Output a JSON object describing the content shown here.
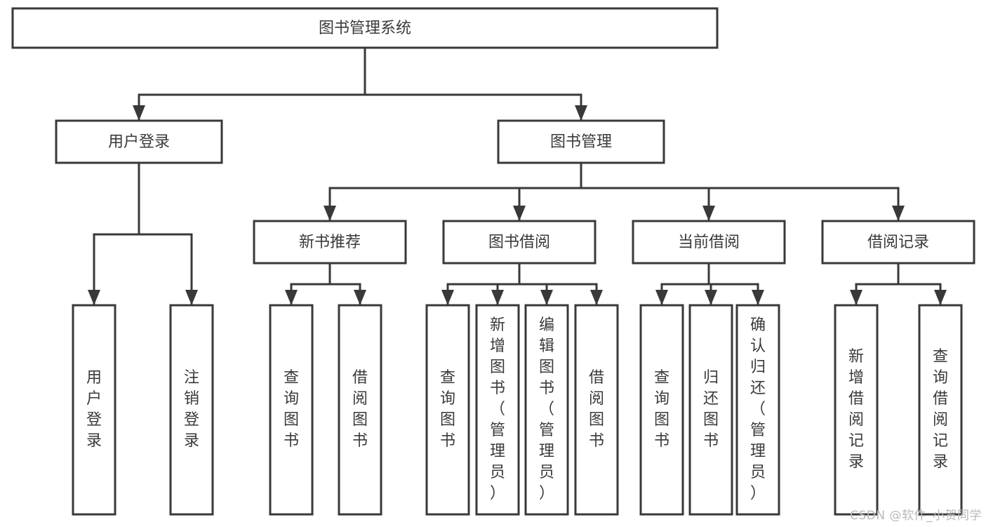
{
  "diagram": {
    "title": "图书管理系统",
    "type": "hierarchy-tree",
    "levels": 4,
    "root": {
      "id": "root",
      "label": "图书管理系统",
      "orientation": "horizontal"
    },
    "level2": [
      {
        "id": "user-login",
        "label": "用户登录",
        "orientation": "horizontal"
      },
      {
        "id": "book-manage",
        "label": "图书管理",
        "orientation": "horizontal"
      }
    ],
    "level3": [
      {
        "id": "new-book-recommend",
        "label": "新书推荐",
        "orientation": "horizontal",
        "parent": "book-manage"
      },
      {
        "id": "book-borrow",
        "label": "图书借阅",
        "orientation": "horizontal",
        "parent": "book-manage"
      },
      {
        "id": "current-borrow",
        "label": "当前借阅",
        "orientation": "horizontal",
        "parent": "book-manage"
      },
      {
        "id": "borrow-record",
        "label": "借阅记录",
        "orientation": "horizontal",
        "parent": "book-manage"
      }
    ],
    "leaves": [
      {
        "id": "leaf-user-login",
        "label": "用户登录",
        "orientation": "vertical",
        "parent": "user-login"
      },
      {
        "id": "leaf-user-logout",
        "label": "注销登录",
        "orientation": "vertical",
        "parent": "user-login"
      },
      {
        "id": "leaf-query-book-1",
        "label": "查询图书",
        "orientation": "vertical",
        "parent": "new-book-recommend"
      },
      {
        "id": "leaf-borrow-book-1",
        "label": "借阅图书",
        "orientation": "vertical",
        "parent": "new-book-recommend"
      },
      {
        "id": "leaf-query-book-2",
        "label": "查询图书",
        "orientation": "vertical",
        "parent": "book-borrow"
      },
      {
        "id": "leaf-add-book",
        "label": "新增图书（管理员）",
        "orientation": "vertical",
        "parent": "book-borrow"
      },
      {
        "id": "leaf-edit-book",
        "label": "编辑图书（管理员）",
        "orientation": "vertical",
        "parent": "book-borrow"
      },
      {
        "id": "leaf-borrow-book-2",
        "label": "借阅图书",
        "orientation": "vertical",
        "parent": "book-borrow"
      },
      {
        "id": "leaf-query-book-3",
        "label": "查询图书",
        "orientation": "vertical",
        "parent": "current-borrow"
      },
      {
        "id": "leaf-return-book",
        "label": "归还图书",
        "orientation": "vertical",
        "parent": "current-borrow"
      },
      {
        "id": "leaf-confirm-return",
        "label": "确认归还（管理员）",
        "orientation": "vertical",
        "parent": "current-borrow"
      },
      {
        "id": "leaf-add-record",
        "label": "新增借阅记录",
        "orientation": "vertical",
        "parent": "borrow-record"
      },
      {
        "id": "leaf-query-record",
        "label": "查询借阅记录",
        "orientation": "vertical",
        "parent": "borrow-record"
      }
    ]
  },
  "watermark": {
    "text": "CSDN @软件_小贺同学"
  },
  "colors": {
    "box_stroke": "#393939",
    "box_fill": "#ffffff",
    "text": "#3a3a3a",
    "background": "#ffffff",
    "watermark": "#b9b9b9"
  }
}
